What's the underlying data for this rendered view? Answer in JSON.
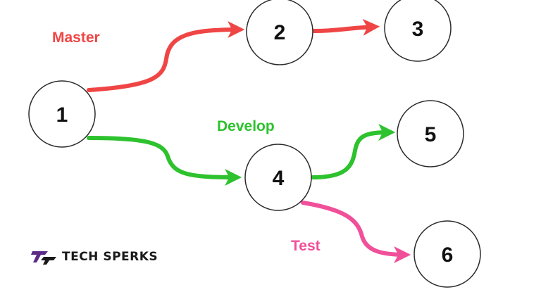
{
  "diagram": {
    "nodes": [
      {
        "id": "1",
        "label": "1"
      },
      {
        "id": "2",
        "label": "2"
      },
      {
        "id": "3",
        "label": "3"
      },
      {
        "id": "4",
        "label": "4"
      },
      {
        "id": "5",
        "label": "5"
      },
      {
        "id": "6",
        "label": "6"
      }
    ],
    "edges": [
      {
        "from": "1",
        "to": "2",
        "branch": "master"
      },
      {
        "from": "2",
        "to": "3",
        "branch": "master"
      },
      {
        "from": "1",
        "to": "4",
        "branch": "develop"
      },
      {
        "from": "4",
        "to": "5",
        "branch": "develop"
      },
      {
        "from": "4",
        "to": "6",
        "branch": "test"
      }
    ],
    "branches": {
      "master": {
        "label": "Master",
        "color": "#f04545"
      },
      "develop": {
        "label": "Develop",
        "color": "#2ec22e"
      },
      "test": {
        "label": "Test",
        "color": "#f0509a"
      }
    }
  },
  "logo": {
    "text": "TECH SPERKS",
    "icon": "tech-sperks-logo-icon",
    "accent_color": "#5b2a86"
  }
}
